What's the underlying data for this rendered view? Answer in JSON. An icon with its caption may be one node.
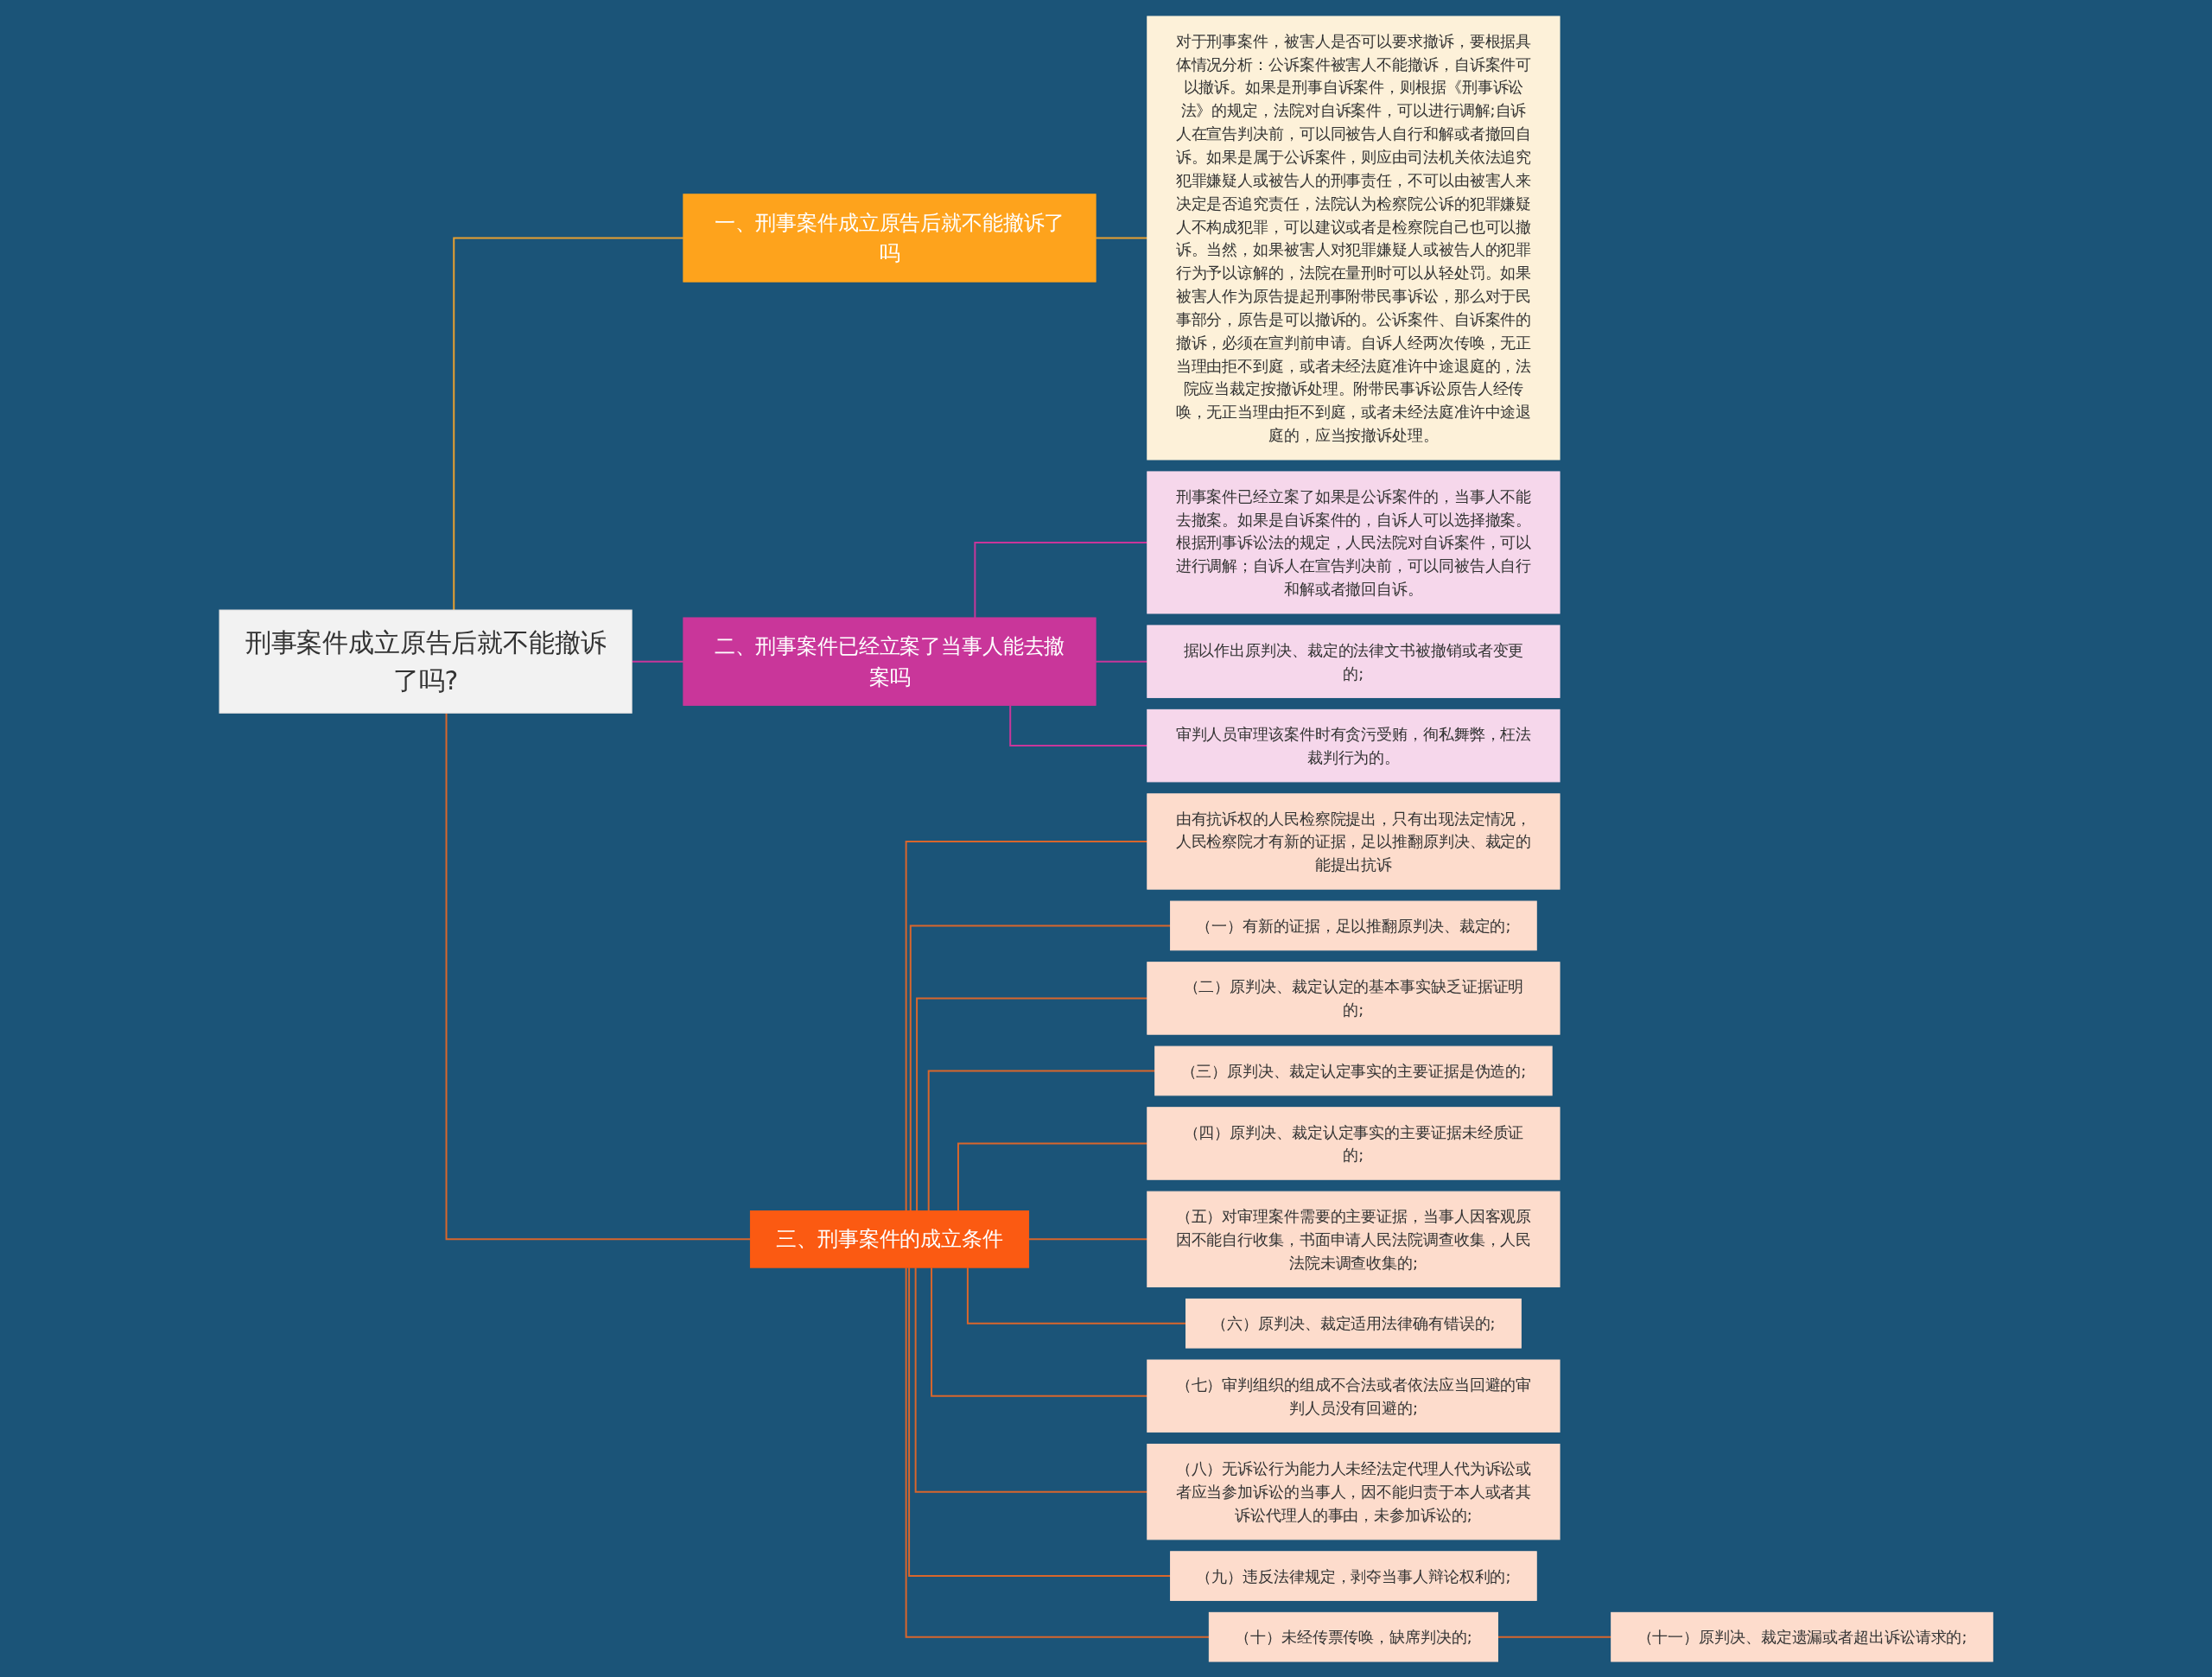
{
  "diagram": {
    "nodes": [
      {
        "text": [
          "刑事案件成立原告后就不能撤诉了吗?"
        ]
      },
      {
        "text": [
          "一、刑事案件成立原告后就不能撤诉了吗"
        ]
      },
      {
        "text": [
          "对于刑事案件，被害人是否可以要求撤诉，要根据具体情况分析：公诉案件被害人不能撤诉，自诉案件可以撤诉。如果是刑事自诉案件，则根据《刑事诉讼法》的规定，法院对自诉案件，可以进行调解;自诉人在宣告判决前，可以同被告人自行和解或者撤回自诉。如果是属于公诉案件，则应由司法机关依法追究犯罪嫌疑人或被告人的刑事责任，不可以由被害人来决定是否追究责任，法院认为检察院公诉的犯罪嫌疑人不构成犯罪，可以建议或者是检察院自己也可以撤诉。当然，如果被害人对犯罪嫌疑人或被告人的犯罪行为予以谅解的，法院在量刑时可以从轻处罚。如果被害人作为原告提起刑事附带民事诉讼，那么对于民事部分，原告是可以撤诉的。公诉案件、自诉案件的撤诉，必须在宣判前申请。自诉人经两次传唤，无正当理由拒不到庭，或者未经法庭准许中途退庭的，法院应当裁定按撤诉处理。附带民事诉讼原告人经传唤，无正当理由拒不到庭，或者未经法庭准许中途退庭的，应当按撤诉处理。"
        ]
      },
      {
        "text": [
          "二、刑事案件已经立案了当事人能去撤案吗"
        ]
      },
      {
        "text": [
          "刑事案件已经立案了如果是公诉案件的，当事人不能去撤案。如果是自诉案件的，自诉人可以选择撤案。根据刑事诉讼法的规定，人民法院对自诉案件，可以进行调解；自诉人在宣告判决前，可以同被告人自行和解或者撤回自诉。"
        ]
      },
      {
        "text": [
          "据以作出原判决、裁定的法律文书被撤销或者变更的;"
        ]
      },
      {
        "text": [
          "审判人员审理该案件时有贪污受贿，徇私舞弊，枉法裁判行为的。"
        ]
      },
      {
        "text": [
          "三、刑事案件的成立条件"
        ]
      },
      {
        "text": [
          "由有抗诉权的人民检察院提出，只有出现法定情况，人民检察院才有新的证据，足以推翻原判决、裁定的能提出抗诉"
        ]
      },
      {
        "text": [
          "（一）有新的证据，足以推翻原判决、裁定的;"
        ]
      },
      {
        "text": [
          "（二）原判决、裁定认定的基本事实缺乏证据证明的;"
        ]
      },
      {
        "text": [
          "（三）原判决、裁定认定事实的主要证据是伪造的;"
        ]
      },
      {
        "text": [
          "（四）原判决、裁定认定事实的主要证据未经质证的;"
        ]
      },
      {
        "text": [
          "（五）对审理案件需要的主要证据，当事人因客观原因不能自行收集，书面申请人民法院调查收集，人民法院未调查收集的;"
        ]
      },
      {
        "text": [
          "（六）原判决、裁定适用法律确有错误的;"
        ]
      },
      {
        "text": [
          "（七）审判组织的组成不合法或者依法应当回避的审判人员没有回避的;"
        ]
      },
      {
        "text": [
          "（八）无诉讼行为能力人未经法定代理人代为诉讼或者应当参加诉讼的当事人，因不能归责于本人或者其诉讼代理人的事由，未参加诉讼的;"
        ]
      },
      {
        "text": [
          "（九）违反法律规定，剥夺当事人辩论权利的;"
        ]
      },
      {
        "text": [
          "（十）未经传票传唤，缺席判决的;"
        ]
      },
      {
        "text": [
          "（十一）原判决、裁定遗漏或者超出诉讼请求的;"
        ]
      }
    ],
    "edges": [
      {
        "from": 0,
        "to": 1,
        "arrow": "none",
        "color": "#e8a030"
      },
      {
        "from": 1,
        "to": 2,
        "arrow": "none",
        "color": "#e8a030"
      },
      {
        "from": 0,
        "to": 3,
        "arrow": "none",
        "color": "#c9369a"
      },
      {
        "from": 3,
        "to": 4,
        "arrow": "none",
        "color": "#c9369a"
      },
      {
        "from": 3,
        "to": 5,
        "arrow": "none",
        "color": "#c9369a"
      },
      {
        "from": 3,
        "to": 6,
        "arrow": "none",
        "color": "#c9369a"
      },
      {
        "from": 0,
        "to": 7,
        "arrow": "none"
      },
      {
        "from": 7,
        "to": 8,
        "arrow": "none"
      },
      {
        "from": 7,
        "to": 9,
        "arrow": "none"
      },
      {
        "from": 7,
        "to": 10,
        "arrow": "none"
      },
      {
        "from": 7,
        "to": 11,
        "arrow": "none"
      },
      {
        "from": 7,
        "to": 12,
        "arrow": "none"
      },
      {
        "from": 7,
        "to": 13,
        "arrow": "none"
      },
      {
        "from": 7,
        "to": 14,
        "arrow": "none"
      },
      {
        "from": 7,
        "to": 15,
        "arrow": "none"
      },
      {
        "from": 7,
        "to": 16,
        "arrow": "none"
      },
      {
        "from": 7,
        "to": 17,
        "arrow": "none"
      },
      {
        "from": 7,
        "to": 18,
        "arrow": "none"
      },
      {
        "from": 18,
        "to": 19,
        "arrow": "none"
      }
    ]
  }
}
